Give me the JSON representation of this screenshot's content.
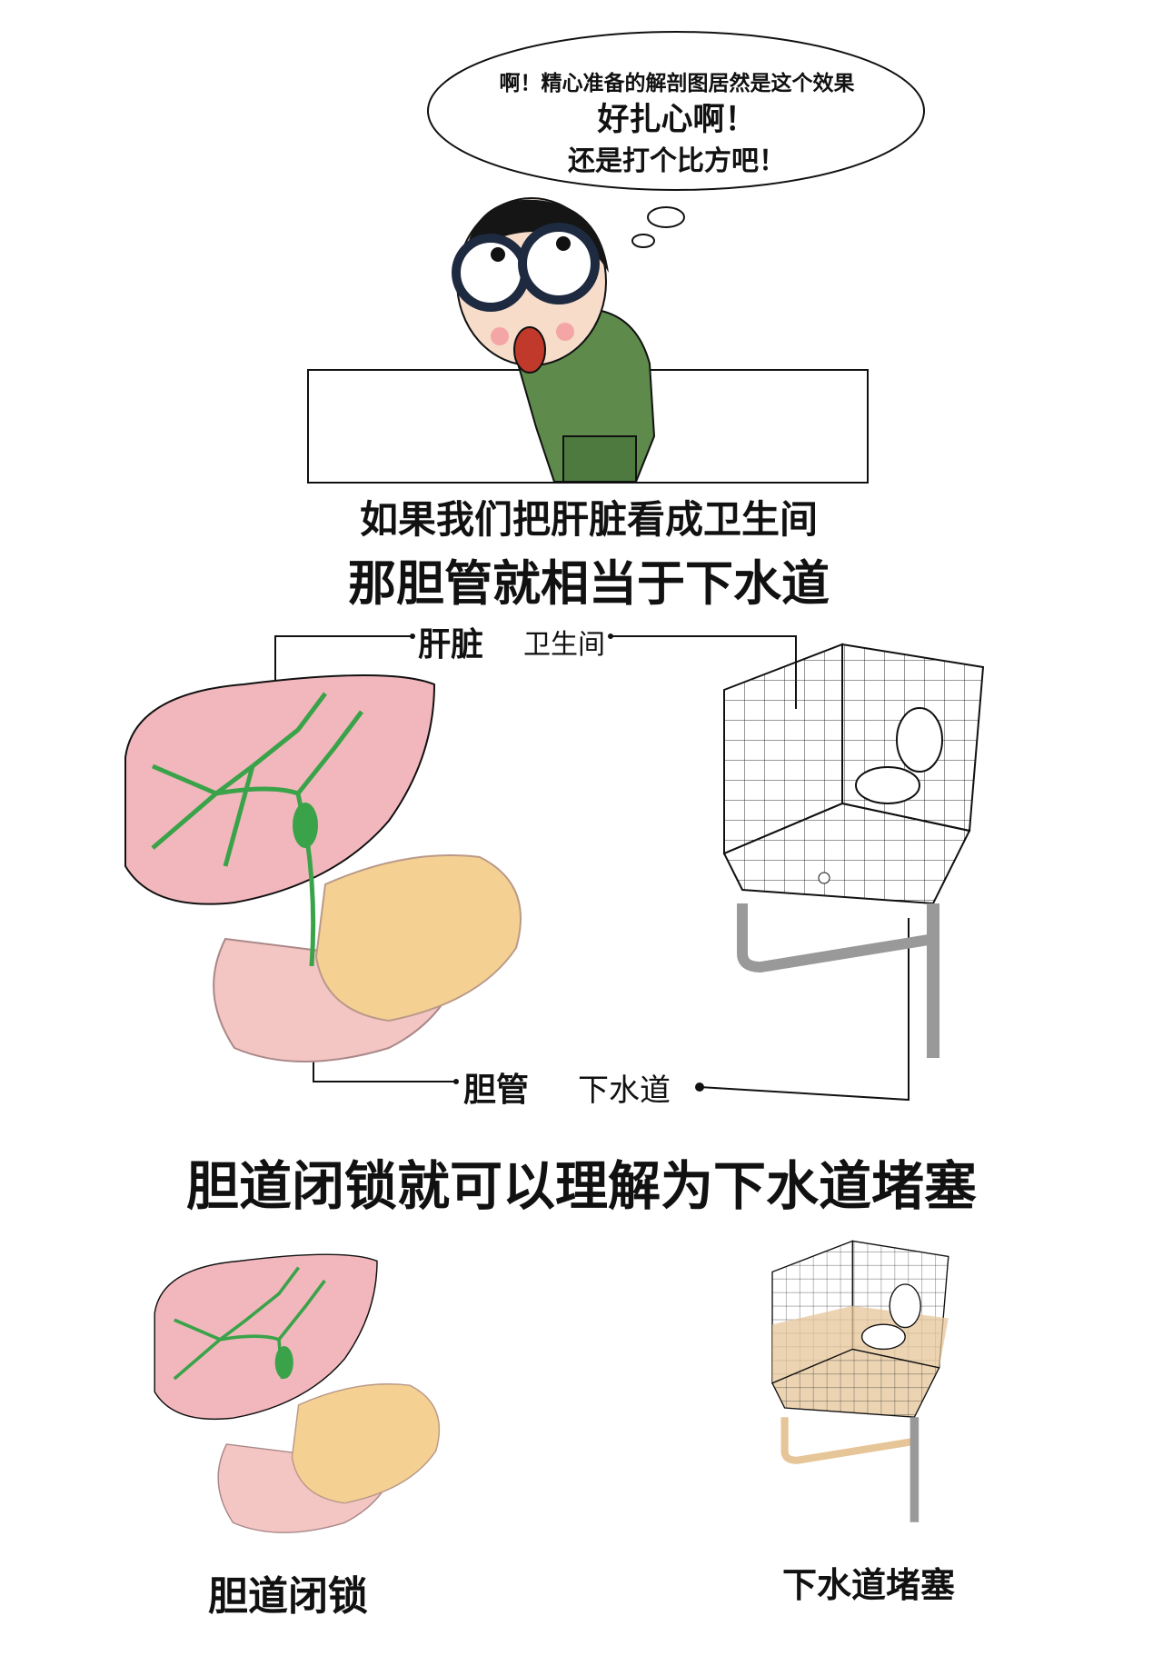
{
  "speech_bubble": {
    "line1": "啊！精心准备的解剖图居然是这个效果",
    "line2": "好扎心啊！",
    "line3": "还是打个比方吧！"
  },
  "intro": {
    "line1": "如果我们把肝脏看成卫生间",
    "line2": "那胆管就相当于下水道"
  },
  "labels": {
    "liver": "肝脏",
    "bathroom": "卫生间",
    "bile_duct": "胆管",
    "sewer": "下水道"
  },
  "conclusion": "胆道闭锁就可以理解为下水道堵塞",
  "captions": {
    "biliary_atresia": "胆道闭锁",
    "sewer_blockage": "下水道堵塞"
  },
  "colors": {
    "liver": "#f2b7bd",
    "bile": "#3aa34a",
    "pancreas": "#f4d193",
    "intestine": "#f3c6c4",
    "muddy_water": "#e6c598"
  }
}
